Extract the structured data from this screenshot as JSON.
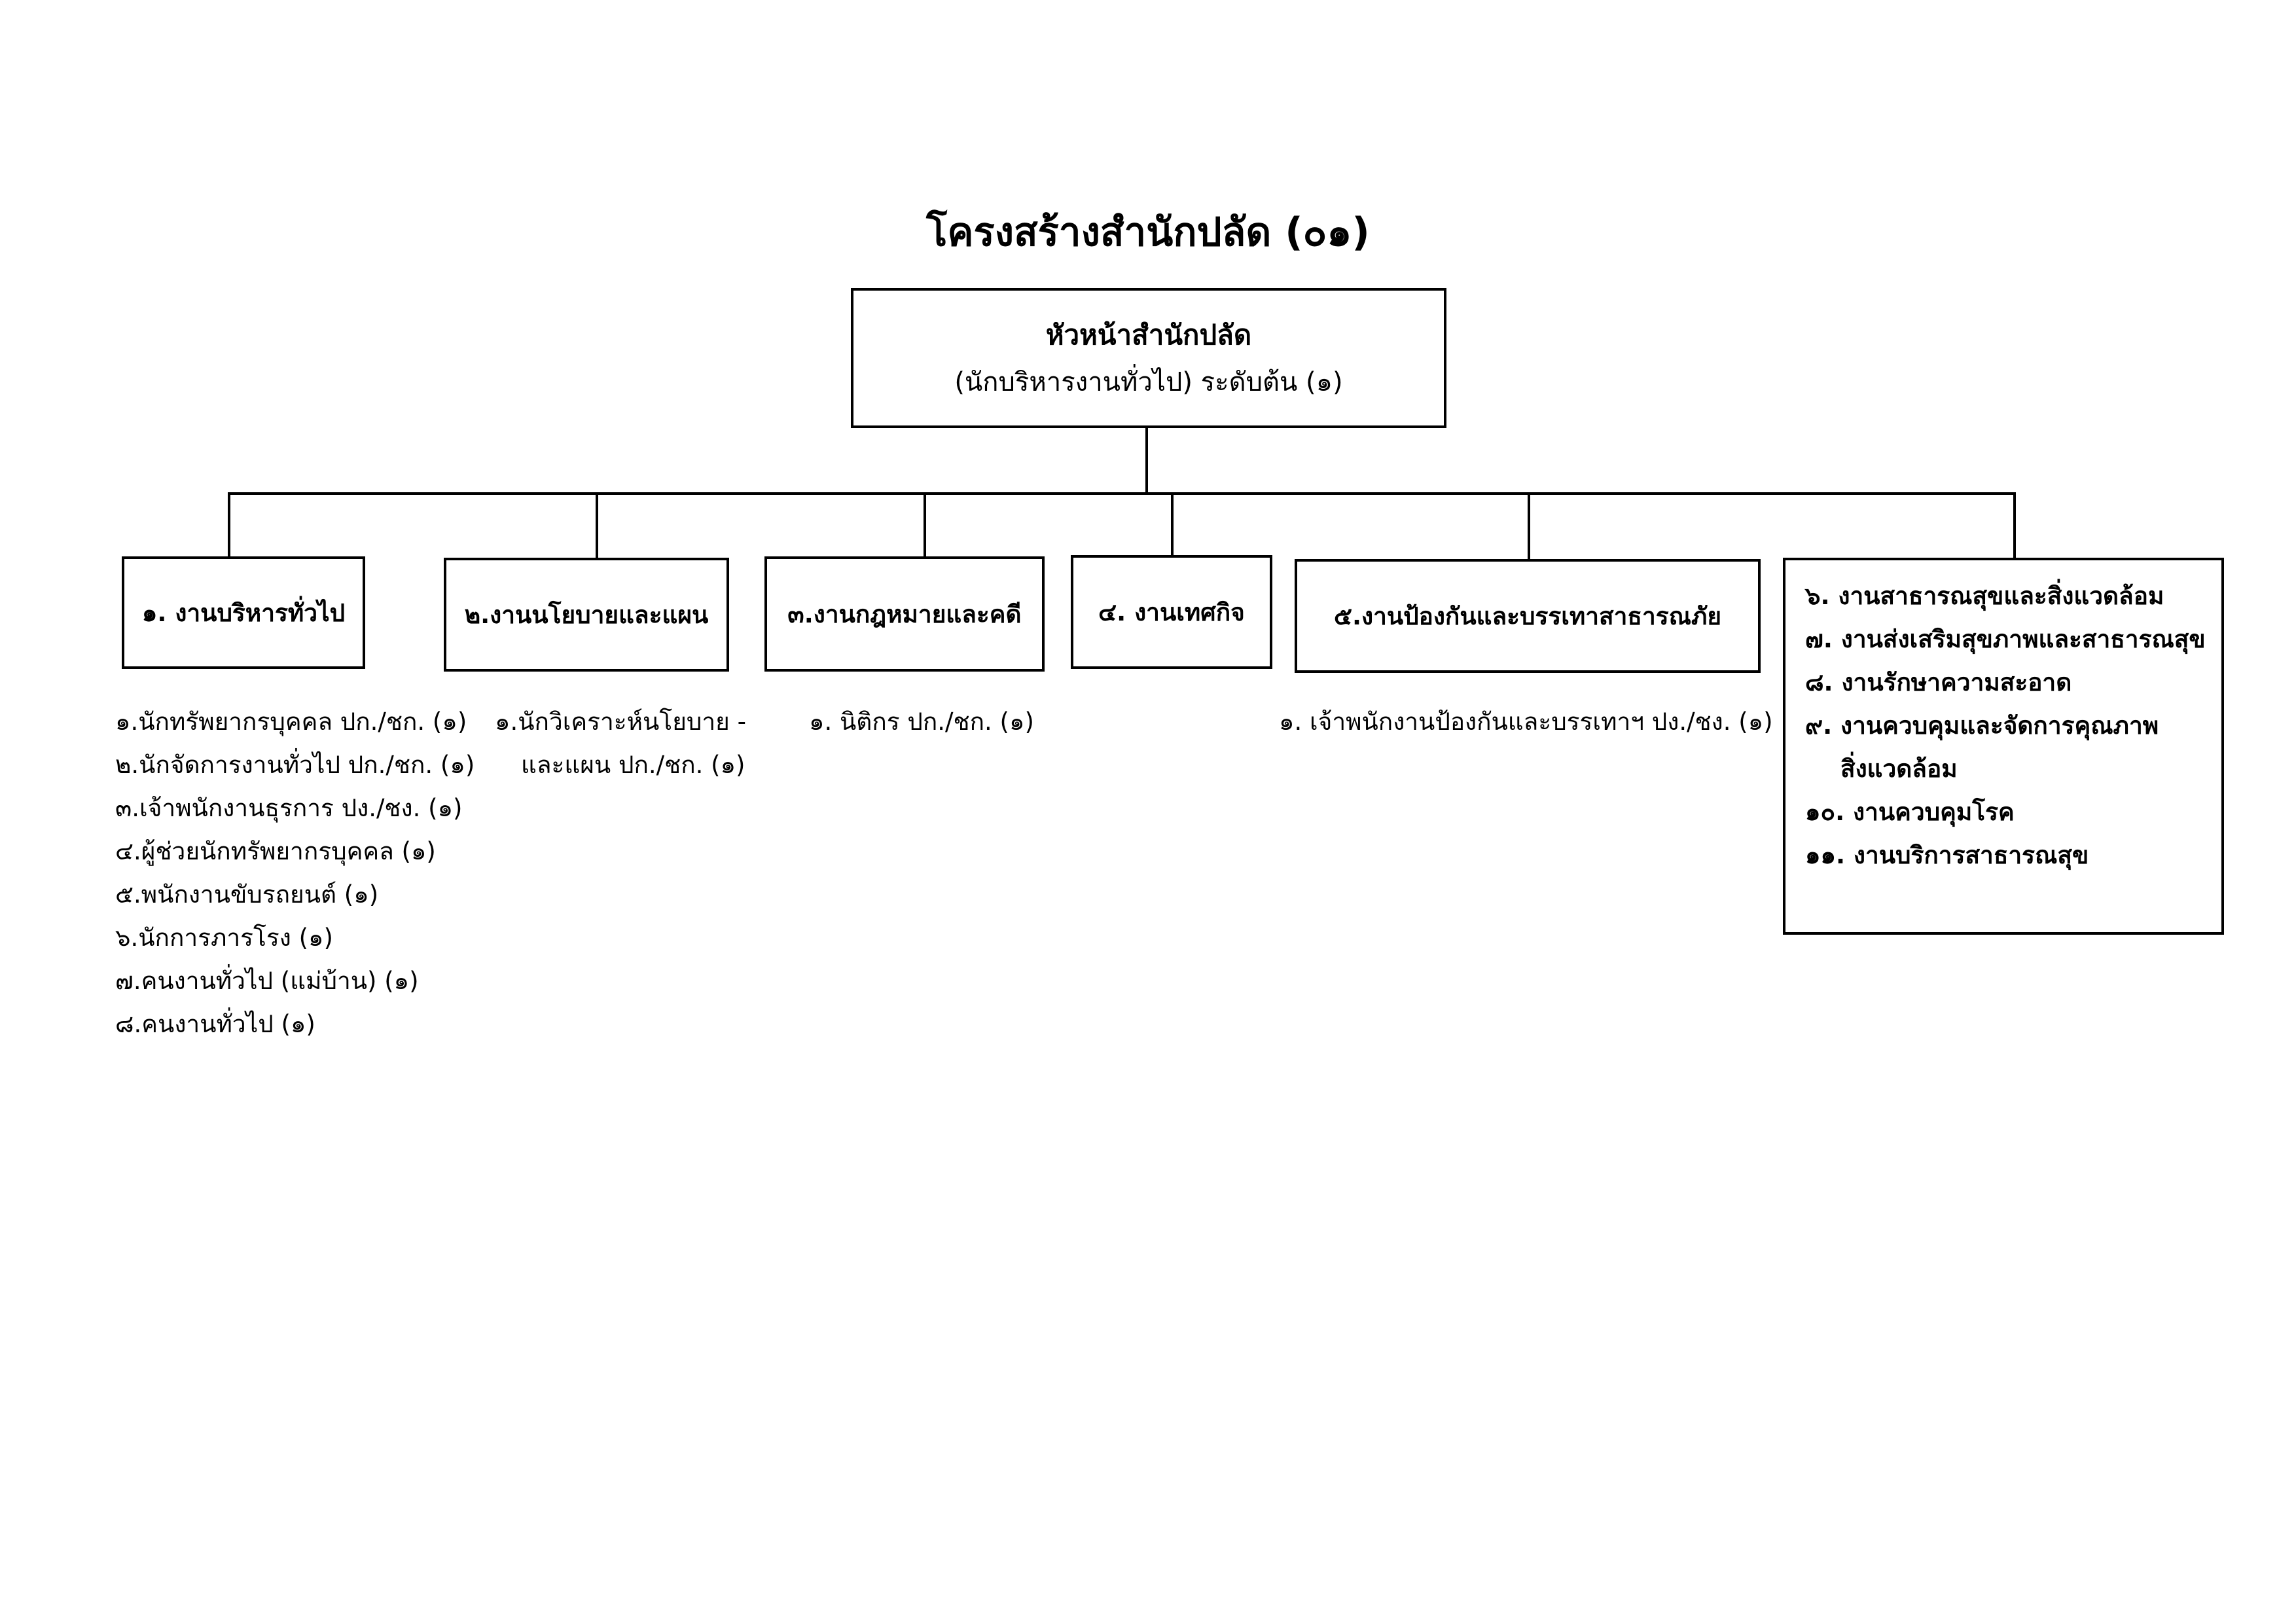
{
  "title": "โครงสร้างสำนักปลัด (๐๑)",
  "head": {
    "line1": "หัวหน้าสำนักปลัด",
    "line2": "(นักบริหารงานทั่วไป) ระดับต้น (๑)"
  },
  "departments": [
    {
      "label": "๑. งานบริหารทั่วไป",
      "staff": [
        "๑.นักทรัพยากรบุคคล ปก./ชก. (๑)",
        "๒.นักจัดการงานทั่วไป ปก./ชก. (๑)",
        "๓.เจ้าพนักงานธุรการ ปง./ชง. (๑)",
        "๔.ผู้ช่วยนักทรัพยากรบุคคล (๑)",
        "๕.พนักงานขับรถยนต์ (๑)",
        "๖.นักการภารโรง (๑)",
        "๗.คนงานทั่วไป (แม่บ้าน) (๑)",
        "๘.คนงานทั่วไป (๑)"
      ]
    },
    {
      "label": "๒.งานนโยบายและแผน",
      "staff": [
        "๑.นักวิเคราะห์นโยบาย -",
        "และแผน ปก./ชก. (๑)"
      ]
    },
    {
      "label": "๓.งานกฎหมายและคดี",
      "staff": [
        "๑. นิติกร ปก./ชก. (๑)"
      ]
    },
    {
      "label": "๔. งานเทศกิจ",
      "staff": []
    },
    {
      "label": "๕.งานป้องกันและบรรเทาสาธารณภัย",
      "staff": [
        "๑. เจ้าพนักงานป้องกันและบรรเทาฯ ปง./ชง. (๑)"
      ]
    },
    {
      "items": [
        "๖. งานสาธารณสุขและสิ่งแวดล้อม",
        "๗. งานส่งเสริมสุขภาพและสาธารณสุข",
        "๘. งานรักษาความสะอาด",
        "๙. งานควบคุมและจัดการคุณภาพ",
        "สิ่งแวดล้อม",
        "๑๐. งานควบคุมโรค",
        "๑๑. งานบริการสาธารณสุข"
      ]
    }
  ]
}
